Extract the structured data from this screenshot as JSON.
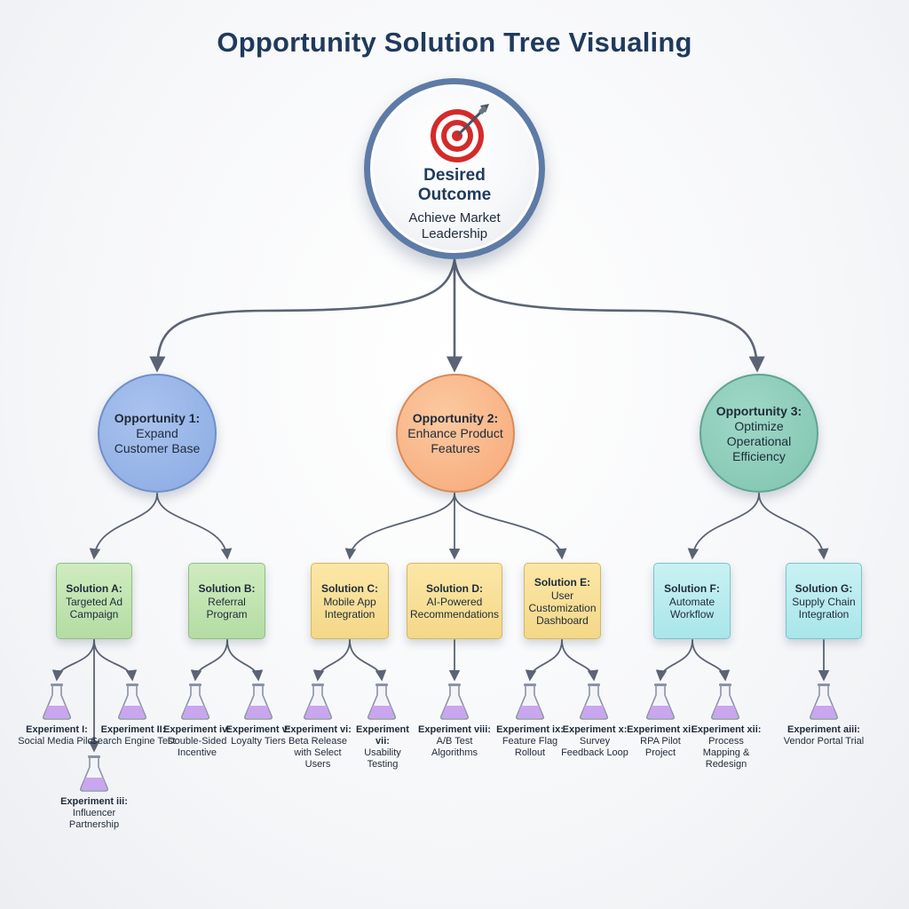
{
  "title": "Opportunity Solution Tree Visualing",
  "root": {
    "title_line1": "Desired",
    "title_line2": "Outcome",
    "subtitle_line1": "Achieve Market",
    "subtitle_line2": "Leadership"
  },
  "opportunities": [
    {
      "title": "Opportunity 1:",
      "text": "Expand Customer Base",
      "color": "#8aaae2"
    },
    {
      "title": "Opportunity 2:",
      "text": "Enhance Product Features",
      "color": "#f6a878"
    },
    {
      "title": "Opportunity 3:",
      "text": "Optimize Operational Efficiency",
      "color": "#7fc4ae"
    }
  ],
  "solutions": [
    {
      "title": "Solution A:",
      "text": "Targeted Ad Campaign",
      "color": "#b4dca3"
    },
    {
      "title": "Solution B:",
      "text": "Referral Program",
      "color": "#b4dca3"
    },
    {
      "title": "Solution C:",
      "text": "Mobile App Integration",
      "color": "#f4d888"
    },
    {
      "title": "Solution D:",
      "text": "AI-Powered Recommendations",
      "color": "#f4d888"
    },
    {
      "title": "Solution E:",
      "text": "User Customization Dashboard",
      "color": "#f4d888"
    },
    {
      "title": "Solution F:",
      "text": "Automate Workflow",
      "color": "#a9e6ea"
    },
    {
      "title": "Solution G:",
      "text": "Supply Chain Integration",
      "color": "#a9e6ea"
    }
  ],
  "experiments": [
    {
      "title": "Experiment I:",
      "text": "Social Media Pilot"
    },
    {
      "title": "Experiment II:",
      "text": "Search Engine Test"
    },
    {
      "title": "Experiment iii:",
      "text": "Influencer Partnership"
    },
    {
      "title": "Experiment iv:",
      "text": "Double-Sided Incentive"
    },
    {
      "title": "Experiment v:",
      "text": "Loyalty Tiers"
    },
    {
      "title": "Experiment vi:",
      "text": "Beta Release with Select Users"
    },
    {
      "title": "Experiment vii:",
      "text": "Usability Testing"
    },
    {
      "title": "Experiment viii:",
      "text": "A/B Test Algorithms"
    },
    {
      "title": "Experiment ix:",
      "text": "Feature Flag Rollout"
    },
    {
      "title": "Experiment x:",
      "text": "Survey Feedback Loop"
    },
    {
      "title": "Experiment xi:",
      "text": "RPA Pilot Project"
    },
    {
      "title": "Experiment xii:",
      "text": "Process Mapping & Redesign"
    },
    {
      "title": "Experiment aiii:",
      "text": "Vendor Portal Trial"
    }
  ],
  "icons": {
    "root": "target-icon",
    "experiment": "flask-icon"
  },
  "colors": {
    "title": "#1f3a5c",
    "root_border": "#5d7ba6",
    "connector": "#5a6474",
    "flask_liquid": "#c9a6ee"
  }
}
